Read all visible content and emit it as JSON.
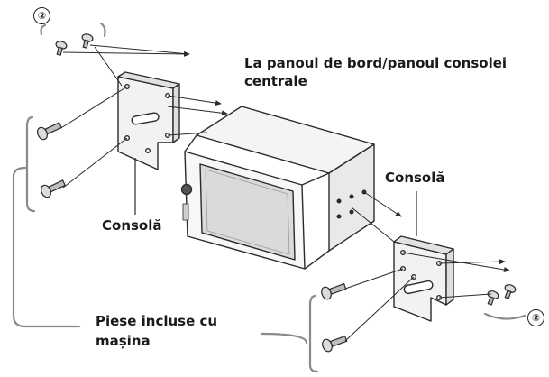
{
  "labels": {
    "dashboard_line1": "La panoul de bord/panoul consolei",
    "dashboard_line2": "centrale",
    "console_left": "Consolă",
    "console_right": "Consolă",
    "parts_line1": "Piese incluse cu",
    "parts_line2": "mașina"
  },
  "markers": {
    "top_left": "②",
    "bottom_right": "②"
  },
  "colors": {
    "line": "#2a2a2a",
    "part_fill": "#f2f2f2",
    "bracket_gray": "#8a8a8a",
    "screen": "#dadada"
  }
}
